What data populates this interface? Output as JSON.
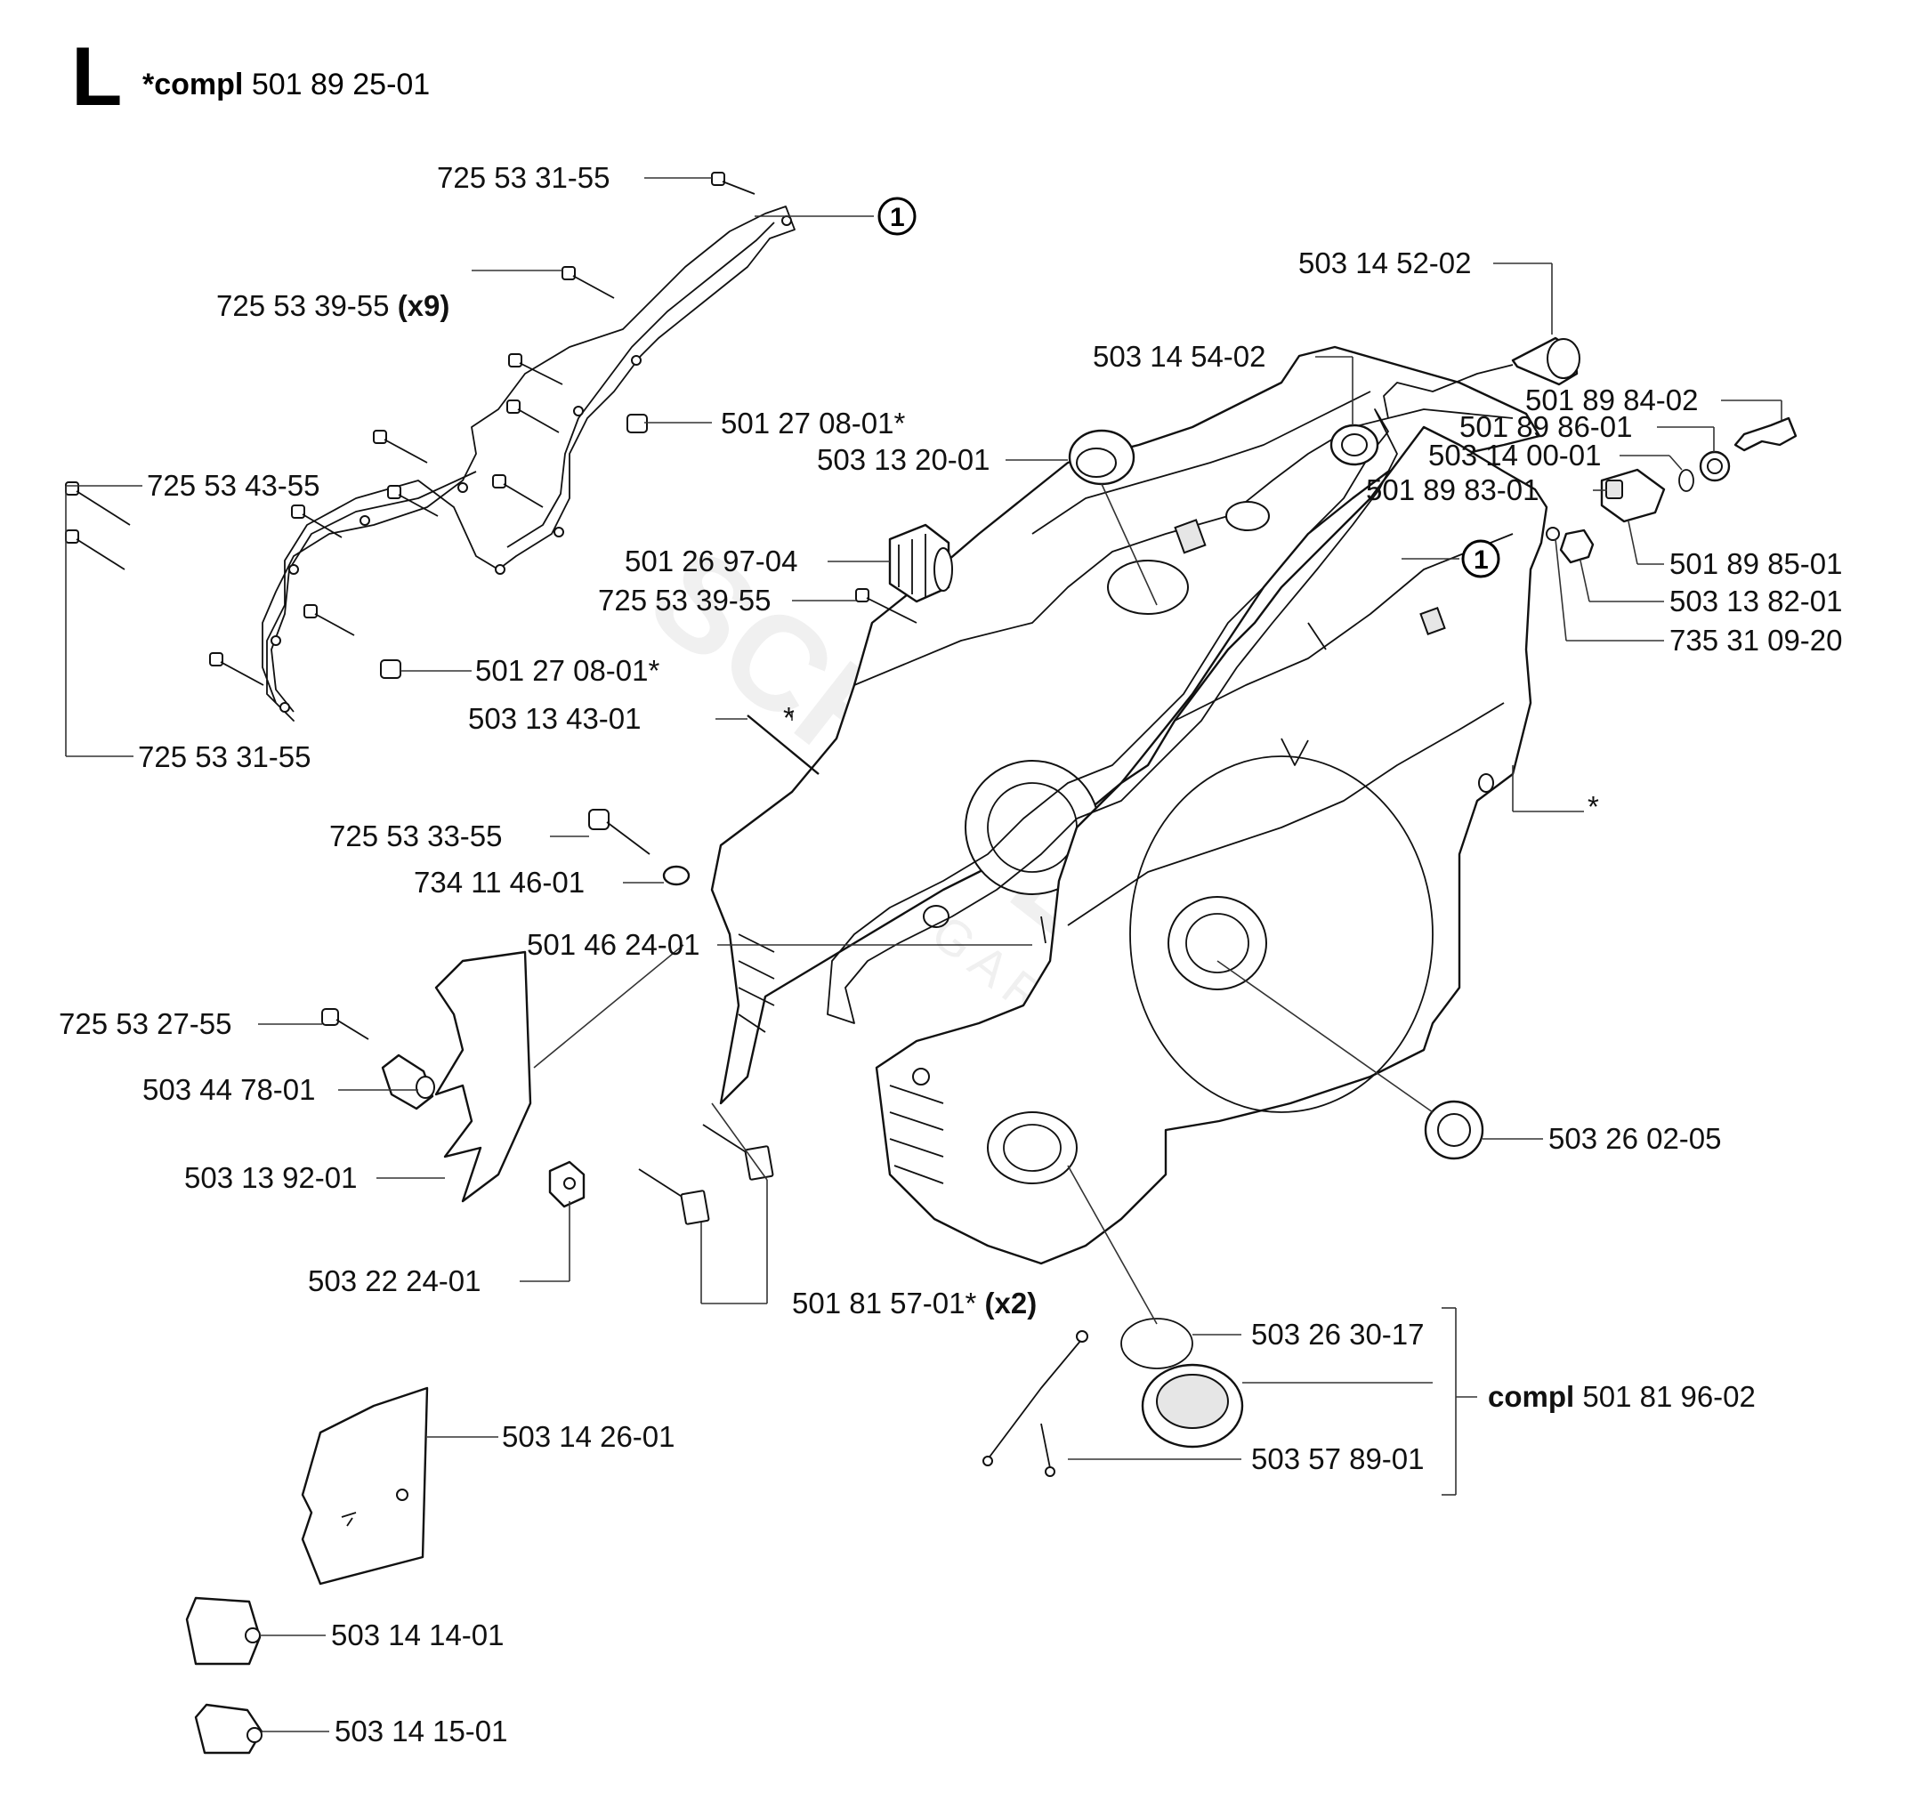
{
  "header": {
    "letter": "L",
    "compl_prefix": "*compl",
    "compl_number": "501 89 25-01"
  },
  "watermark": {
    "text": "SCHÄFER",
    "subtext": "GARDEN"
  },
  "callout_symbol": "1",
  "labels": {
    "p1": "725 53 31-55",
    "p2": "725 53 39-55",
    "p2_qty": "(x9)",
    "p3": "501 27 08-01*",
    "p4": "725 53 43-55",
    "p5": "501 27 08-01*",
    "p6": "725 53 31-55",
    "p7": "503 14 52-02",
    "p8": "503 14 54-02",
    "p9": "503 13 20-01",
    "p10": "501 89 84-02",
    "p11": "501 89 86-01",
    "p12": "503 14 00-01",
    "p13": "501 89 83-01",
    "p14": "501 89 85-01",
    "p15": "503 13 82-01",
    "p16": "735 31 09-20",
    "p17": "501 26 97-04",
    "p18": "725 53 39-55",
    "p19": "503 13 43-01",
    "p19_mark": "*",
    "p20": "725 53 33-55",
    "p21": "734 11 46-01",
    "p22": "501 46 24-01",
    "p23": "725 53 27-55",
    "p24": "503 44 78-01",
    "p25": "503 13 92-01",
    "p26": "503 22 24-01",
    "p27": "501 81 57-01*",
    "p27_qty": "(x2)",
    "p28": "503 26 02-05",
    "p29": "503 26 30-17",
    "p30": "503 57 89-01",
    "p31_prefix": "compl",
    "p31_number": "501 81 96-02",
    "p32": "503 14 26-01",
    "p33": "503 14 14-01",
    "p34": "503 14 15-01",
    "crankcase_mark": "*"
  }
}
